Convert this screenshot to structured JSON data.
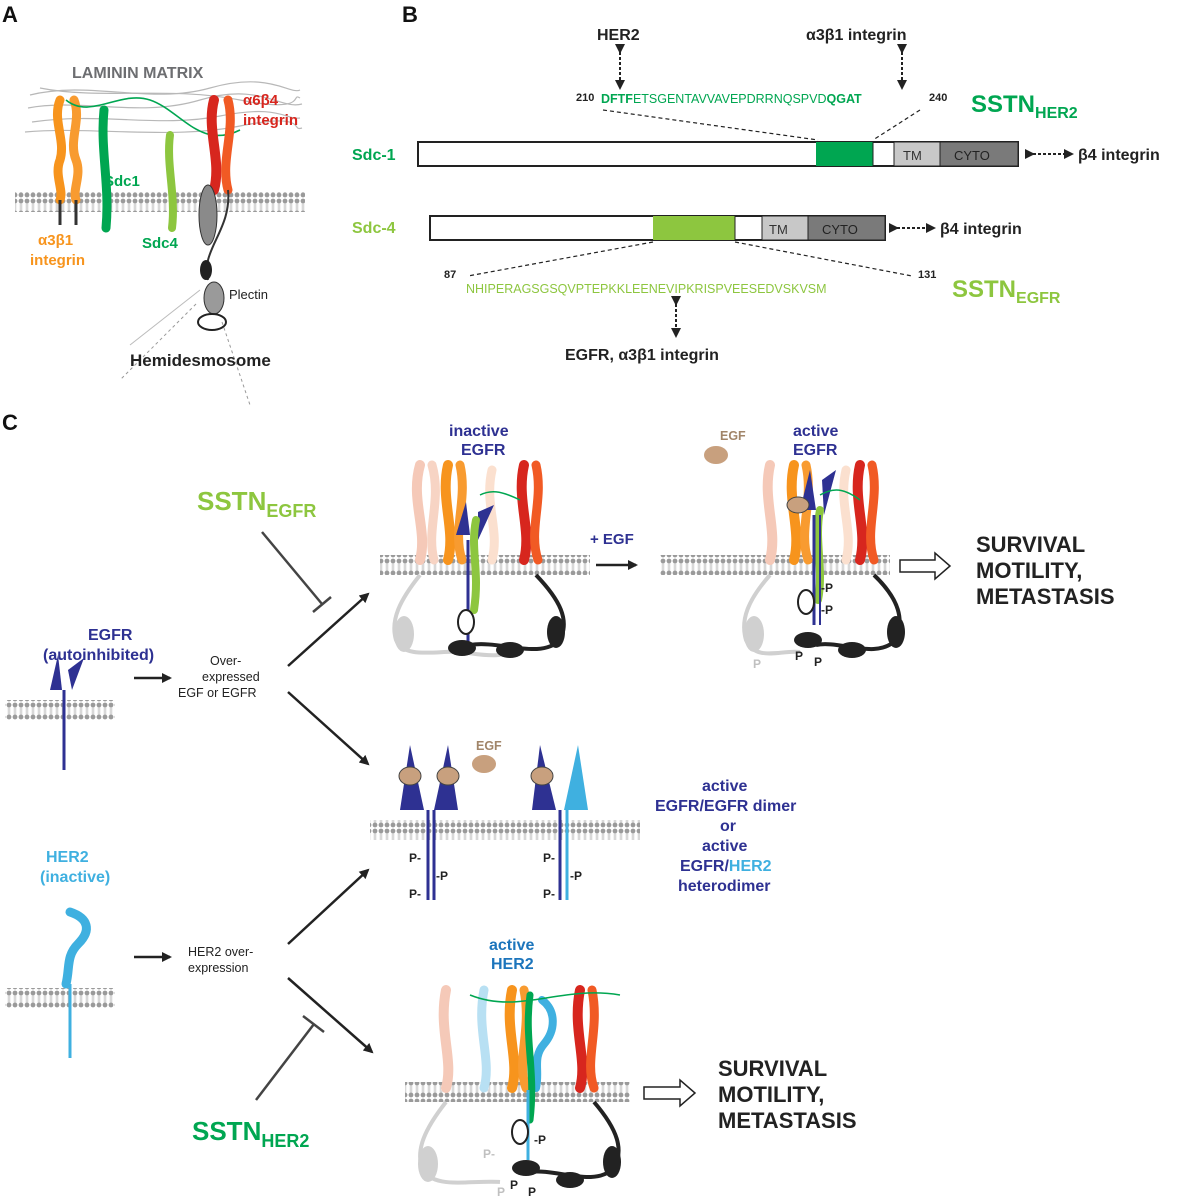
{
  "panels": {
    "a": "A",
    "b": "B",
    "c": "C"
  },
  "panel_a": {
    "laminin_matrix": "LAMININ MATRIX",
    "sdc1": "Sdc1",
    "sdc4": "Sdc4",
    "a6b4_line1": "α6β4",
    "a6b4_line2": "integrin",
    "a3b1_line1": "α3β1",
    "a3b1_line2": "integrin",
    "plectin": "Plectin",
    "hemidesmosome": "Hemidesmosome"
  },
  "panel_b": {
    "her2": "HER2",
    "a3b1_integrin": "α3β1 integrin",
    "seq1_start": "210",
    "seq1_end": "240",
    "seq1_head": "DFTF",
    "seq1_mid": "ETSGENTAVVAVEPDRRNQSPVD",
    "seq1_tail": "QGAT",
    "sstn_her2_main": "SSTN",
    "sstn_her2_sub": "HER2",
    "sdc1_label": "Sdc-1",
    "sdc4_label": "Sdc-4",
    "tm": "TM",
    "cyto": "CYTO",
    "b4_integrin": "β4 integrin",
    "seq2_start": "87",
    "seq2_end": "131",
    "seq2": "NHIPERAGSGSQVPTEPKKLEENEVIPKRISPVEESEDVSKVSM",
    "sstn_egfr_main": "SSTN",
    "sstn_egfr_sub": "EGFR",
    "egfr_a3b1": "EGFR, α3β1 integrin"
  },
  "panel_c": {
    "sstn_egfr_main": "SSTN",
    "sstn_egfr_sub": "EGFR",
    "sstn_her2_main": "SSTN",
    "sstn_her2_sub": "HER2",
    "inactive_egfr_1": "inactive",
    "inactive_egfr_2": "EGFR",
    "active_egfr_1": "active",
    "active_egfr_2": "EGFR",
    "egf": "EGF",
    "plus_egf": "+ EGF",
    "outcome_1": "SURVIVAL",
    "outcome_2": "MOTILITY,",
    "outcome_3": "METASTASIS",
    "egfr_auto_1": "EGFR",
    "egfr_auto_2": "(autoinhibited)",
    "overexp_1": "Over-",
    "overexp_2": "expressed",
    "overexp_3": "EGF or EGFR",
    "her2_inactive_1": "HER2",
    "her2_inactive_2": "(inactive)",
    "her2_overexp_1": "HER2 over-",
    "her2_overexp_2": "expression",
    "dimer_1": "active",
    "dimer_2": "EGFR/EGFR dimer",
    "dimer_3": "or",
    "dimer_4": "active",
    "dimer_5a": "EGFR/",
    "dimer_5b": "HER2",
    "dimer_6": "heterodimer",
    "active_her2_1": "active",
    "active_her2_2": "HER2",
    "p": "P",
    "p_left": "P-",
    "p_right": "-P"
  },
  "colors": {
    "sdc1_green": "#00a651",
    "sdc4_green": "#8dc63f",
    "egfr_blue": "#2e3192",
    "her2_blue": "#3fb0e0",
    "a3b1_orange": "#f7941d",
    "a6b4_red": "#d7261e",
    "egf_tan": "#c8a07e",
    "membrane": "#aaaaaa"
  }
}
